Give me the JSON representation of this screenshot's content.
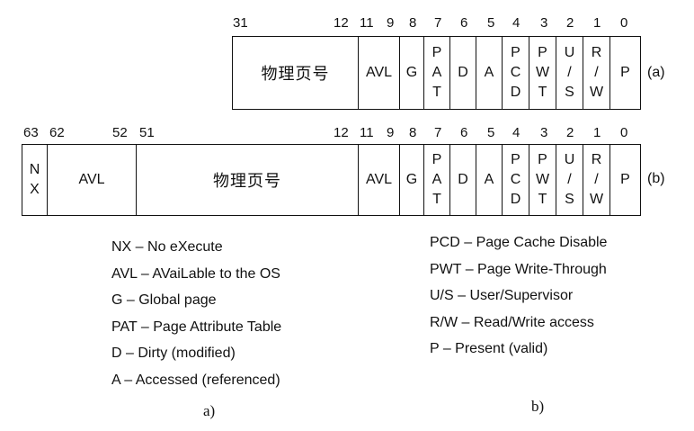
{
  "row_a": {
    "tag": "(a)",
    "bit_numbers": [
      "31",
      "12",
      "11",
      "9",
      "8",
      "7",
      "6",
      "5",
      "4",
      "3",
      "2",
      "1",
      "0"
    ],
    "fields": {
      "frame": "物理页号",
      "avl": "AVL",
      "g": "G",
      "pat": [
        "P",
        "A",
        "T"
      ],
      "d": "D",
      "a": "A",
      "pcd": [
        "P",
        "C",
        "D"
      ],
      "pwt": [
        "P",
        "W",
        "T"
      ],
      "us": [
        "U",
        "/",
        "S"
      ],
      "rw": [
        "R",
        "/",
        "W"
      ],
      "p": "P"
    }
  },
  "row_b": {
    "tag": "(b)",
    "bit_numbers": [
      "63",
      "62",
      "52",
      "51",
      "12",
      "11",
      "9",
      "8",
      "7",
      "6",
      "5",
      "4",
      "3",
      "2",
      "1",
      "0"
    ],
    "fields": {
      "nx": [
        "N",
        "X"
      ],
      "avl_high": "AVL",
      "frame": "物理页号",
      "avl": "AVL",
      "g": "G",
      "pat": [
        "P",
        "A",
        "T"
      ],
      "d": "D",
      "a": "A",
      "pcd": [
        "P",
        "C",
        "D"
      ],
      "pwt": [
        "P",
        "W",
        "T"
      ],
      "us": [
        "U",
        "/",
        "S"
      ],
      "rw": [
        "R",
        "/",
        "W"
      ],
      "p": "P"
    }
  },
  "legend_left": [
    "NX – No eXecute",
    "AVL – AVaiLable to the OS",
    "G – Global page",
    "PAT – Page Attribute Table",
    "D – Dirty (modified)",
    "A – Accessed (referenced)"
  ],
  "legend_right": [
    "PCD – Page Cache Disable",
    "PWT – Page Write-Through",
    "U/S – User/Supervisor",
    "R/W – Read/Write access",
    "P – Present (valid)"
  ],
  "caption_left": "a)",
  "caption_right": "b)"
}
